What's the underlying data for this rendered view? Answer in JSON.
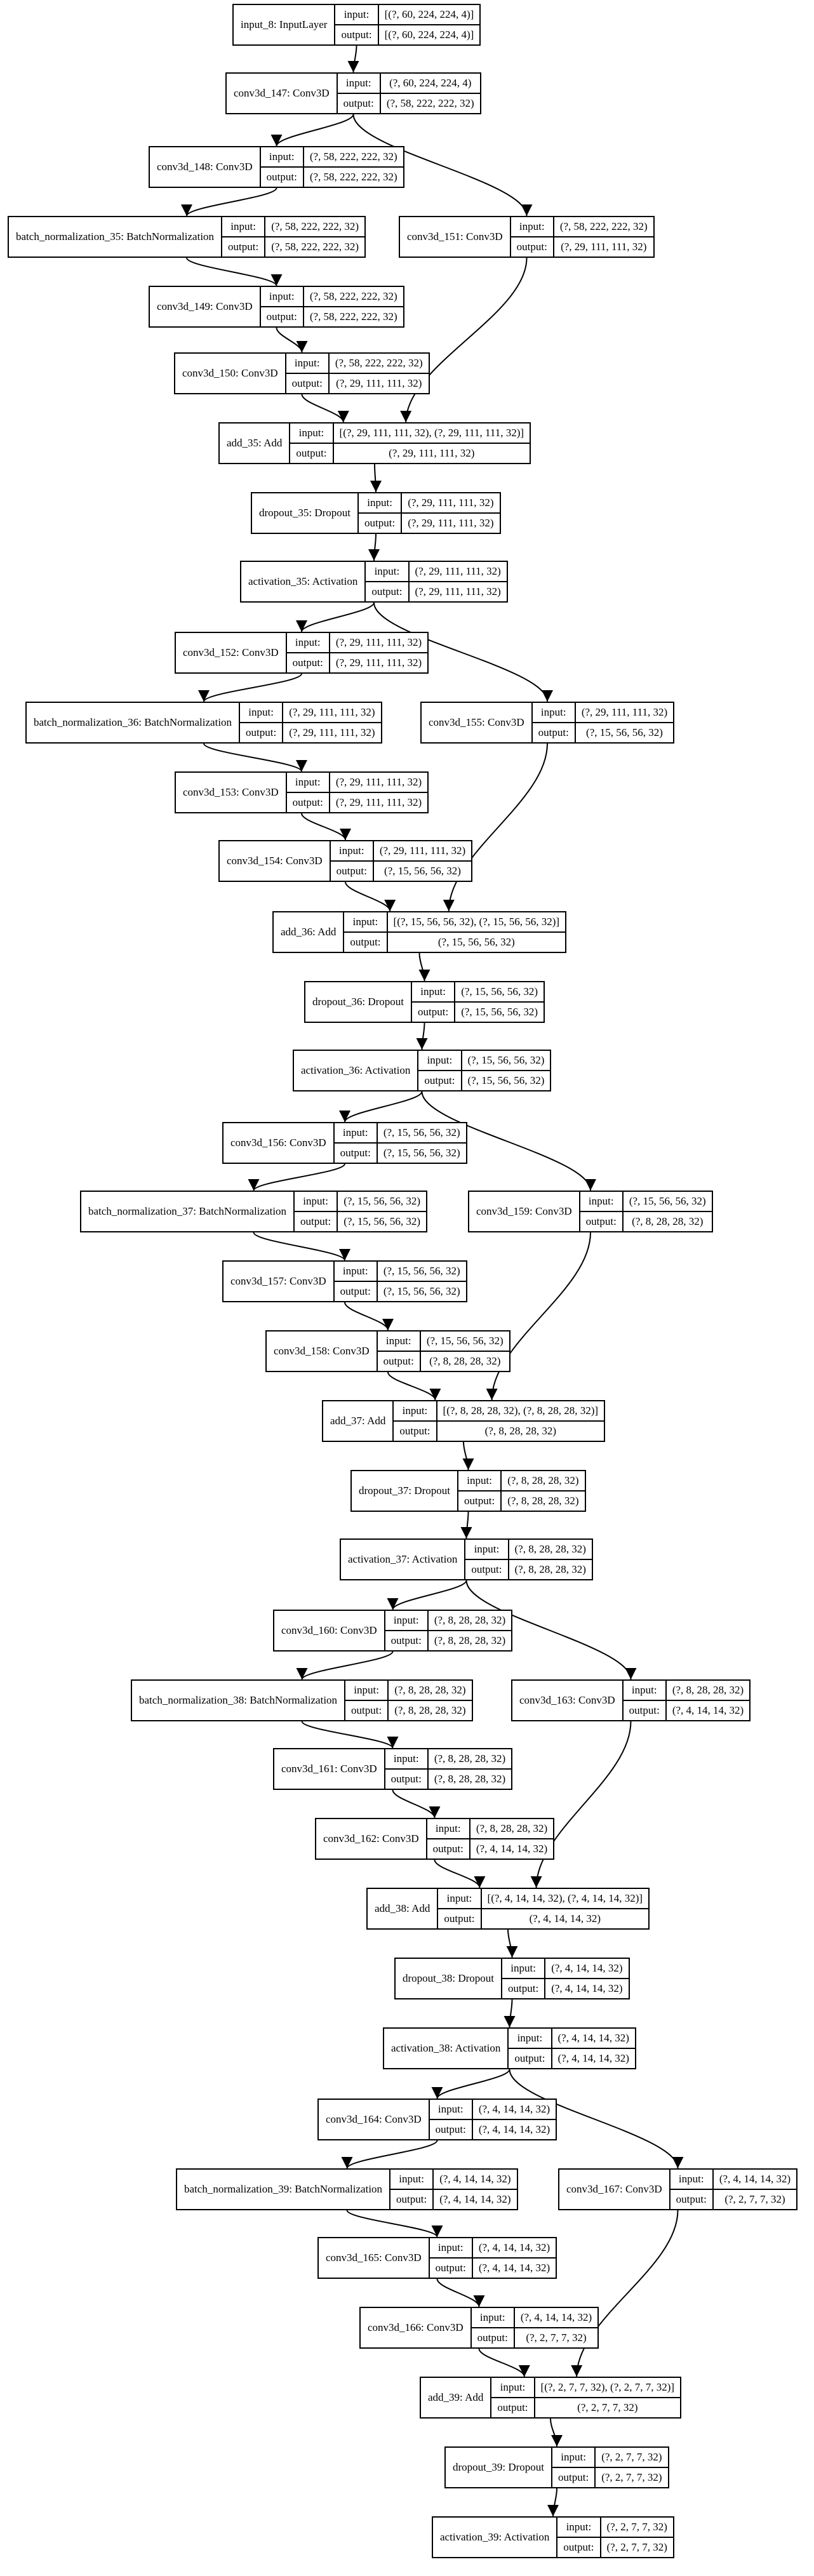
{
  "io_labels": {
    "input": "input:",
    "output": "output:"
  },
  "nodes": [
    {
      "id": "n0",
      "name": "input_8: InputLayer",
      "input": "[(?, 60, 224, 224, 4)]",
      "output": "[(?, 60, 224, 224, 4)]"
    },
    {
      "id": "n1",
      "name": "conv3d_147: Conv3D",
      "input": "(?, 60, 224, 224, 4)",
      "output": "(?, 58, 222, 222, 32)"
    },
    {
      "id": "n2",
      "name": "conv3d_148: Conv3D",
      "input": "(?, 58, 222, 222, 32)",
      "output": "(?, 58, 222, 222, 32)"
    },
    {
      "id": "n3",
      "name": "batch_normalization_35: BatchNormalization",
      "input": "(?, 58, 222, 222, 32)",
      "output": "(?, 58, 222, 222, 32)"
    },
    {
      "id": "n4",
      "name": "conv3d_151: Conv3D",
      "input": "(?, 58, 222, 222, 32)",
      "output": "(?, 29, 111, 111, 32)"
    },
    {
      "id": "n5",
      "name": "conv3d_149: Conv3D",
      "input": "(?, 58, 222, 222, 32)",
      "output": "(?, 58, 222, 222, 32)"
    },
    {
      "id": "n6",
      "name": "conv3d_150: Conv3D",
      "input": "(?, 58, 222, 222, 32)",
      "output": "(?, 29, 111, 111, 32)"
    },
    {
      "id": "n7",
      "name": "add_35: Add",
      "input": "[(?, 29, 111, 111, 32), (?, 29, 111, 111, 32)]",
      "output": "(?, 29, 111, 111, 32)"
    },
    {
      "id": "n8",
      "name": "dropout_35: Dropout",
      "input": "(?, 29, 111, 111, 32)",
      "output": "(?, 29, 111, 111, 32)"
    },
    {
      "id": "n9",
      "name": "activation_35: Activation",
      "input": "(?, 29, 111, 111, 32)",
      "output": "(?, 29, 111, 111, 32)"
    },
    {
      "id": "n10",
      "name": "conv3d_152: Conv3D",
      "input": "(?, 29, 111, 111, 32)",
      "output": "(?, 29, 111, 111, 32)"
    },
    {
      "id": "n11",
      "name": "batch_normalization_36: BatchNormalization",
      "input": "(?, 29, 111, 111, 32)",
      "output": "(?, 29, 111, 111, 32)"
    },
    {
      "id": "n12",
      "name": "conv3d_155: Conv3D",
      "input": "(?, 29, 111, 111, 32)",
      "output": "(?, 15, 56, 56, 32)"
    },
    {
      "id": "n13",
      "name": "conv3d_153: Conv3D",
      "input": "(?, 29, 111, 111, 32)",
      "output": "(?, 29, 111, 111, 32)"
    },
    {
      "id": "n14",
      "name": "conv3d_154: Conv3D",
      "input": "(?, 29, 111, 111, 32)",
      "output": "(?, 15, 56, 56, 32)"
    },
    {
      "id": "n15",
      "name": "add_36: Add",
      "input": "[(?, 15, 56, 56, 32), (?, 15, 56, 56, 32)]",
      "output": "(?, 15, 56, 56, 32)"
    },
    {
      "id": "n16",
      "name": "dropout_36: Dropout",
      "input": "(?, 15, 56, 56, 32)",
      "output": "(?, 15, 56, 56, 32)"
    },
    {
      "id": "n17",
      "name": "activation_36: Activation",
      "input": "(?, 15, 56, 56, 32)",
      "output": "(?, 15, 56, 56, 32)"
    },
    {
      "id": "n18",
      "name": "conv3d_156: Conv3D",
      "input": "(?, 15, 56, 56, 32)",
      "output": "(?, 15, 56, 56, 32)"
    },
    {
      "id": "n19",
      "name": "batch_normalization_37: BatchNormalization",
      "input": "(?, 15, 56, 56, 32)",
      "output": "(?, 15, 56, 56, 32)"
    },
    {
      "id": "n20",
      "name": "conv3d_159: Conv3D",
      "input": "(?, 15, 56, 56, 32)",
      "output": "(?, 8, 28, 28, 32)"
    },
    {
      "id": "n21",
      "name": "conv3d_157: Conv3D",
      "input": "(?, 15, 56, 56, 32)",
      "output": "(?, 15, 56, 56, 32)"
    },
    {
      "id": "n22",
      "name": "conv3d_158: Conv3D",
      "input": "(?, 15, 56, 56, 32)",
      "output": "(?, 8, 28, 28, 32)"
    },
    {
      "id": "n23",
      "name": "add_37: Add",
      "input": "[(?, 8, 28, 28, 32), (?, 8, 28, 28, 32)]",
      "output": "(?, 8, 28, 28, 32)"
    },
    {
      "id": "n24",
      "name": "dropout_37: Dropout",
      "input": "(?, 8, 28, 28, 32)",
      "output": "(?, 8, 28, 28, 32)"
    },
    {
      "id": "n25",
      "name": "activation_37: Activation",
      "input": "(?, 8, 28, 28, 32)",
      "output": "(?, 8, 28, 28, 32)"
    },
    {
      "id": "n26",
      "name": "conv3d_160: Conv3D",
      "input": "(?, 8, 28, 28, 32)",
      "output": "(?, 8, 28, 28, 32)"
    },
    {
      "id": "n27",
      "name": "batch_normalization_38: BatchNormalization",
      "input": "(?, 8, 28, 28, 32)",
      "output": "(?, 8, 28, 28, 32)"
    },
    {
      "id": "n28",
      "name": "conv3d_163: Conv3D",
      "input": "(?, 8, 28, 28, 32)",
      "output": "(?, 4, 14, 14, 32)"
    },
    {
      "id": "n29",
      "name": "conv3d_161: Conv3D",
      "input": "(?, 8, 28, 28, 32)",
      "output": "(?, 8, 28, 28, 32)"
    },
    {
      "id": "n30",
      "name": "conv3d_162: Conv3D",
      "input": "(?, 8, 28, 28, 32)",
      "output": "(?, 4, 14, 14, 32)"
    },
    {
      "id": "n31",
      "name": "add_38: Add",
      "input": "[(?, 4, 14, 14, 32), (?, 4, 14, 14, 32)]",
      "output": "(?, 4, 14, 14, 32)"
    },
    {
      "id": "n32",
      "name": "dropout_38: Dropout",
      "input": "(?, 4, 14, 14, 32)",
      "output": "(?, 4, 14, 14, 32)"
    },
    {
      "id": "n33",
      "name": "activation_38: Activation",
      "input": "(?, 4, 14, 14, 32)",
      "output": "(?, 4, 14, 14, 32)"
    },
    {
      "id": "n34",
      "name": "conv3d_164: Conv3D",
      "input": "(?, 4, 14, 14, 32)",
      "output": "(?, 4, 14, 14, 32)"
    },
    {
      "id": "n35",
      "name": "batch_normalization_39: BatchNormalization",
      "input": "(?, 4, 14, 14, 32)",
      "output": "(?, 4, 14, 14, 32)"
    },
    {
      "id": "n36",
      "name": "conv3d_167: Conv3D",
      "input": "(?, 4, 14, 14, 32)",
      "output": "(?, 2, 7, 7, 32)"
    },
    {
      "id": "n37",
      "name": "conv3d_165: Conv3D",
      "input": "(?, 4, 14, 14, 32)",
      "output": "(?, 4, 14, 14, 32)"
    },
    {
      "id": "n38",
      "name": "conv3d_166: Conv3D",
      "input": "(?, 4, 14, 14, 32)",
      "output": "(?, 2, 7, 7, 32)"
    },
    {
      "id": "n39",
      "name": "add_39: Add",
      "input": "[(?, 2, 7, 7, 32), (?, 2, 7, 7, 32)]",
      "output": "(?, 2, 7, 7, 32)"
    },
    {
      "id": "n40",
      "name": "dropout_39: Dropout",
      "input": "(?, 2, 7, 7, 32)",
      "output": "(?, 2, 7, 7, 32)"
    },
    {
      "id": "n41",
      "name": "activation_39: Activation",
      "input": "(?, 2, 7, 7, 32)",
      "output": "(?, 2, 7, 7, 32)"
    }
  ],
  "edges": [
    [
      "n0",
      "n1"
    ],
    [
      "n1",
      "n2"
    ],
    [
      "n1",
      "n4"
    ],
    [
      "n2",
      "n3"
    ],
    [
      "n3",
      "n5"
    ],
    [
      "n5",
      "n6"
    ],
    [
      "n6",
      "n7"
    ],
    [
      "n4",
      "n7"
    ],
    [
      "n7",
      "n8"
    ],
    [
      "n8",
      "n9"
    ],
    [
      "n9",
      "n10"
    ],
    [
      "n9",
      "n12"
    ],
    [
      "n10",
      "n11"
    ],
    [
      "n11",
      "n13"
    ],
    [
      "n13",
      "n14"
    ],
    [
      "n14",
      "n15"
    ],
    [
      "n12",
      "n15"
    ],
    [
      "n15",
      "n16"
    ],
    [
      "n16",
      "n17"
    ],
    [
      "n17",
      "n18"
    ],
    [
      "n17",
      "n20"
    ],
    [
      "n18",
      "n19"
    ],
    [
      "n19",
      "n21"
    ],
    [
      "n21",
      "n22"
    ],
    [
      "n22",
      "n23"
    ],
    [
      "n20",
      "n23"
    ],
    [
      "n23",
      "n24"
    ],
    [
      "n24",
      "n25"
    ],
    [
      "n25",
      "n26"
    ],
    [
      "n25",
      "n28"
    ],
    [
      "n26",
      "n27"
    ],
    [
      "n27",
      "n29"
    ],
    [
      "n29",
      "n30"
    ],
    [
      "n30",
      "n31"
    ],
    [
      "n28",
      "n31"
    ],
    [
      "n31",
      "n32"
    ],
    [
      "n32",
      "n33"
    ],
    [
      "n33",
      "n34"
    ],
    [
      "n33",
      "n36"
    ],
    [
      "n34",
      "n35"
    ],
    [
      "n35",
      "n37"
    ],
    [
      "n37",
      "n38"
    ],
    [
      "n38",
      "n39"
    ],
    [
      "n36",
      "n39"
    ],
    [
      "n39",
      "n40"
    ],
    [
      "n40",
      "n41"
    ]
  ]
}
